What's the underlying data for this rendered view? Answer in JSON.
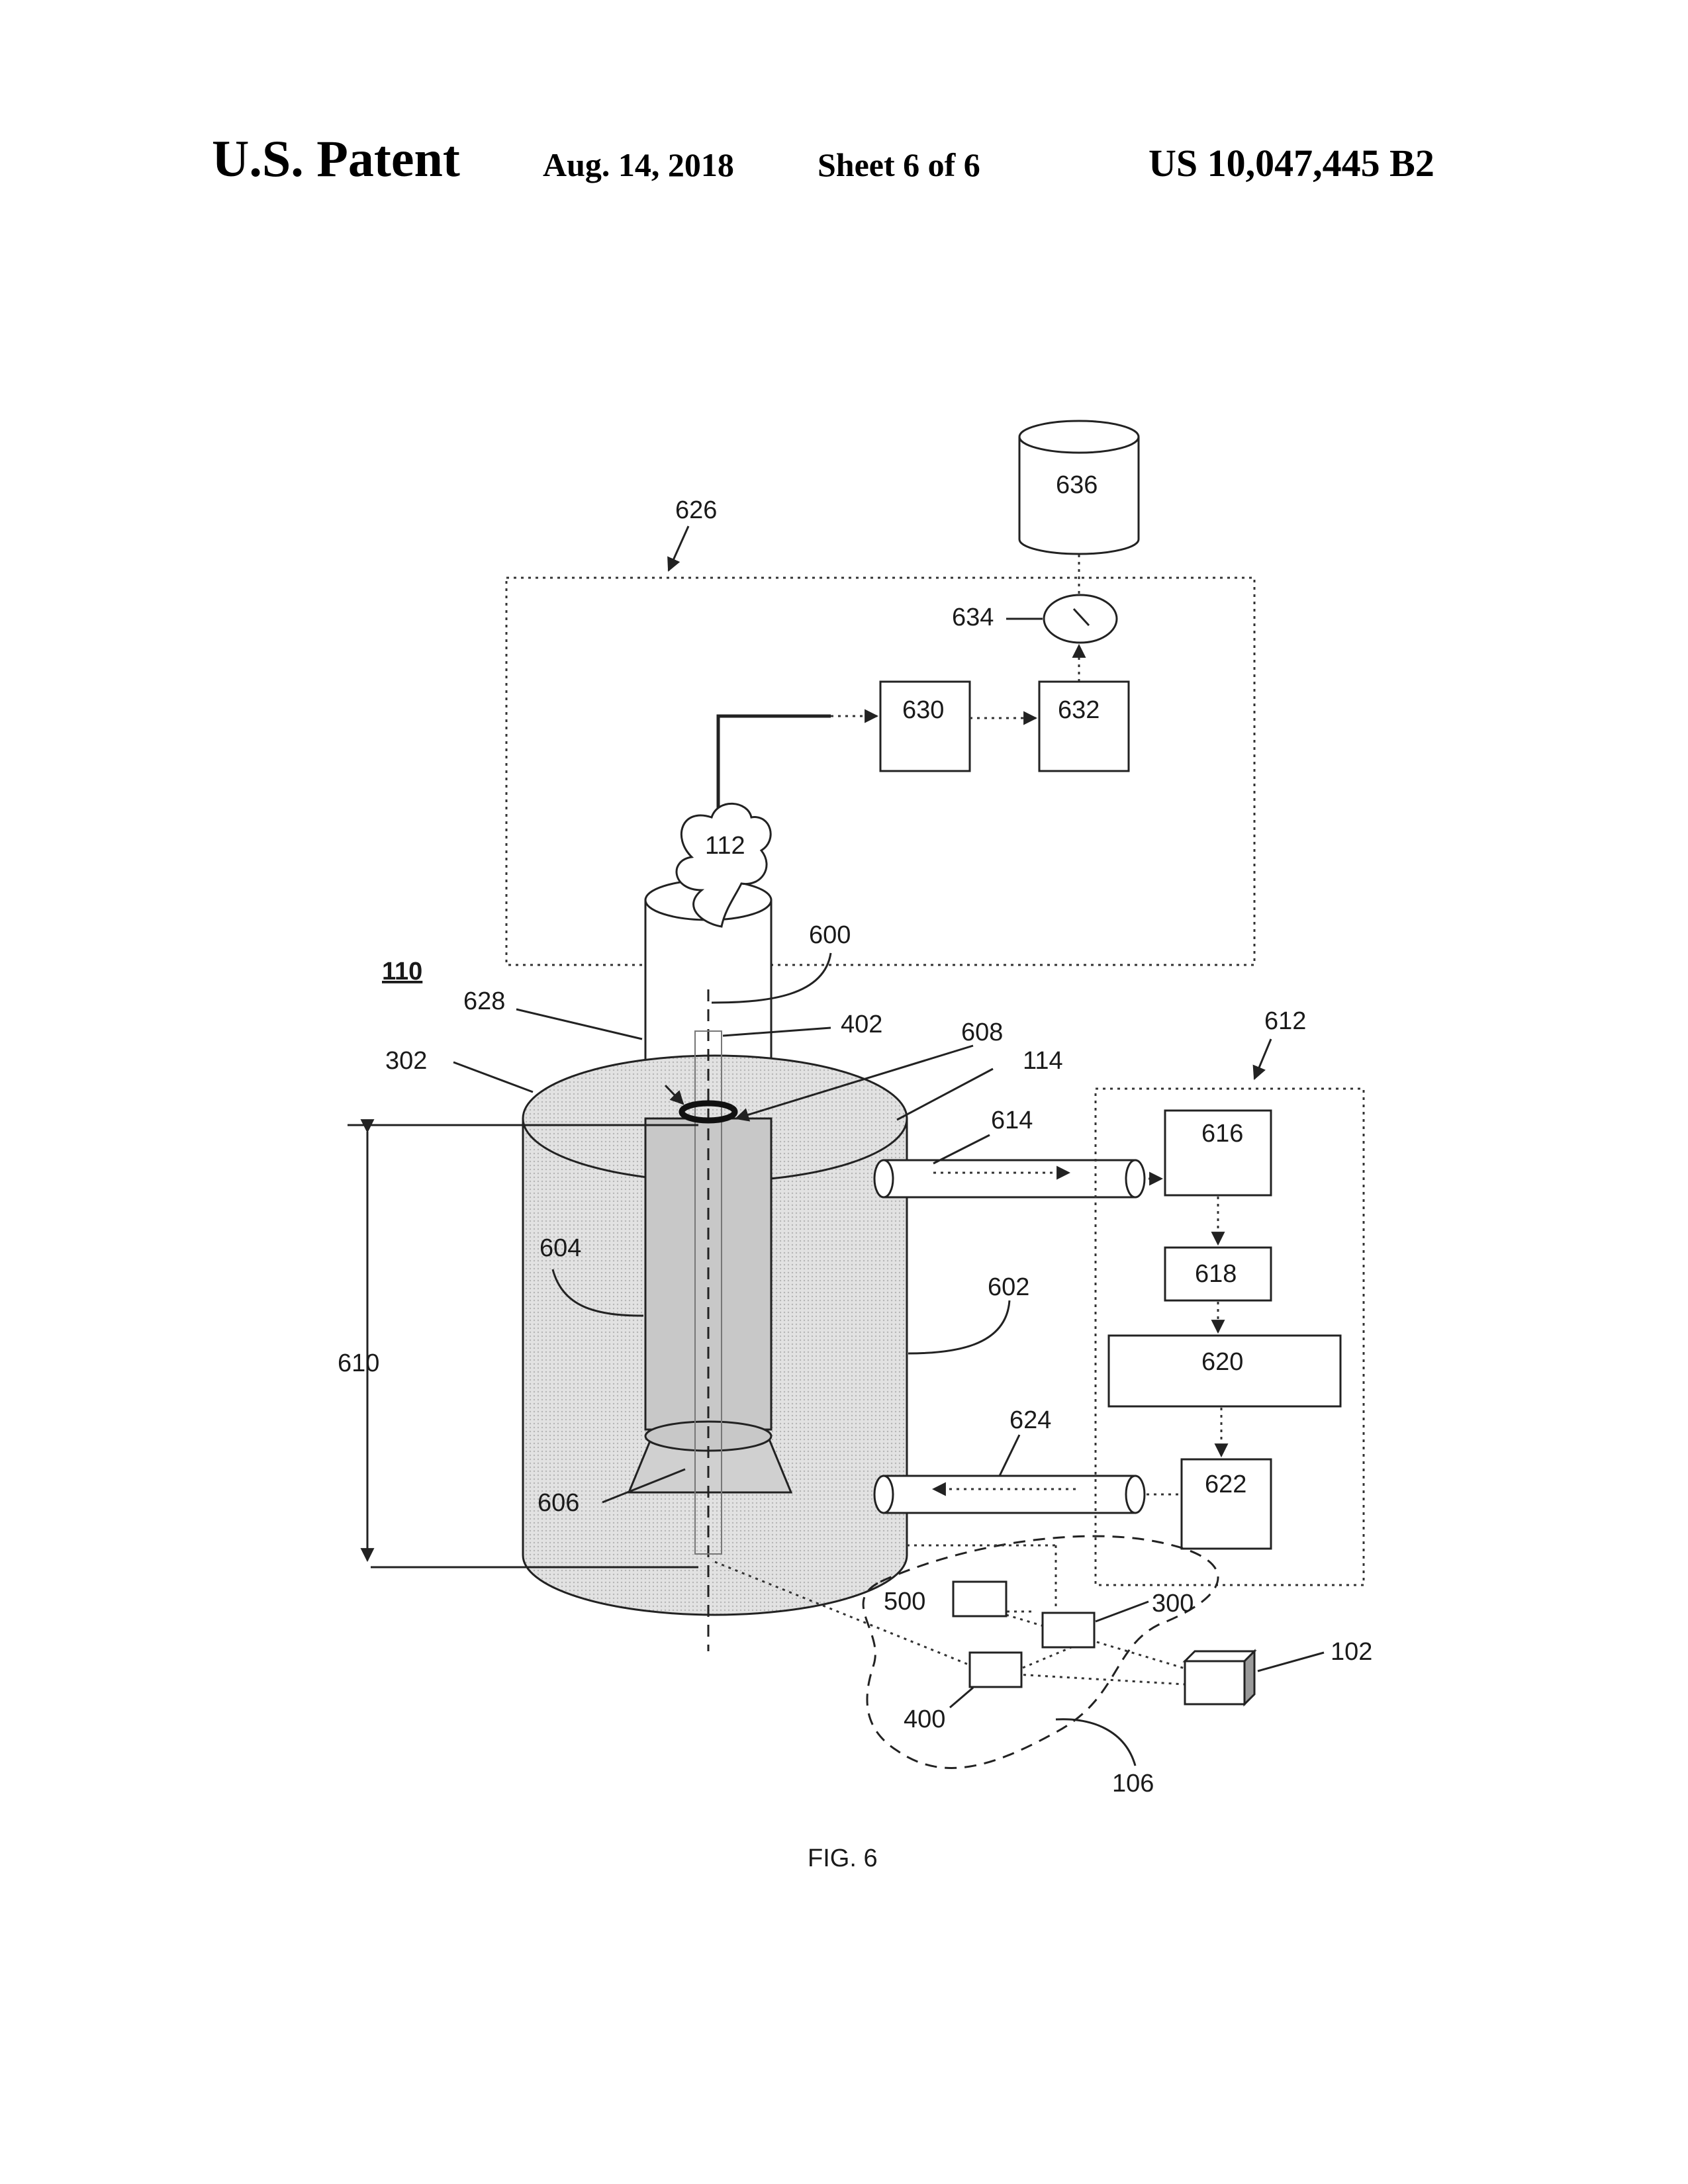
{
  "header": {
    "title": "U.S. Patent",
    "date": "Aug. 14, 2018",
    "sheet": "Sheet 6 of 6",
    "number": "US 10,047,445 B2"
  },
  "figure": {
    "caption": "FIG. 6",
    "system_label": "110",
    "labels": {
      "l626": "626",
      "l636": "636",
      "l634": "634",
      "l630": "630",
      "l632": "632",
      "l112": "112",
      "l600": "600",
      "l628": "628",
      "l402": "402",
      "l608": "608",
      "l302": "302",
      "l114": "114",
      "l612": "612",
      "l614": "614",
      "l616": "616",
      "l604": "604",
      "l618": "618",
      "l602": "602",
      "l610": "610",
      "l620": "620",
      "l624": "624",
      "l622": "622",
      "l606": "606",
      "l500": "500",
      "l300": "300",
      "l102": "102",
      "l400": "400",
      "l106": "106"
    }
  },
  "colors": {
    "tank_fill": "#d8d8d8",
    "tube_fill": "#c8c8c8",
    "line": "#222222"
  }
}
